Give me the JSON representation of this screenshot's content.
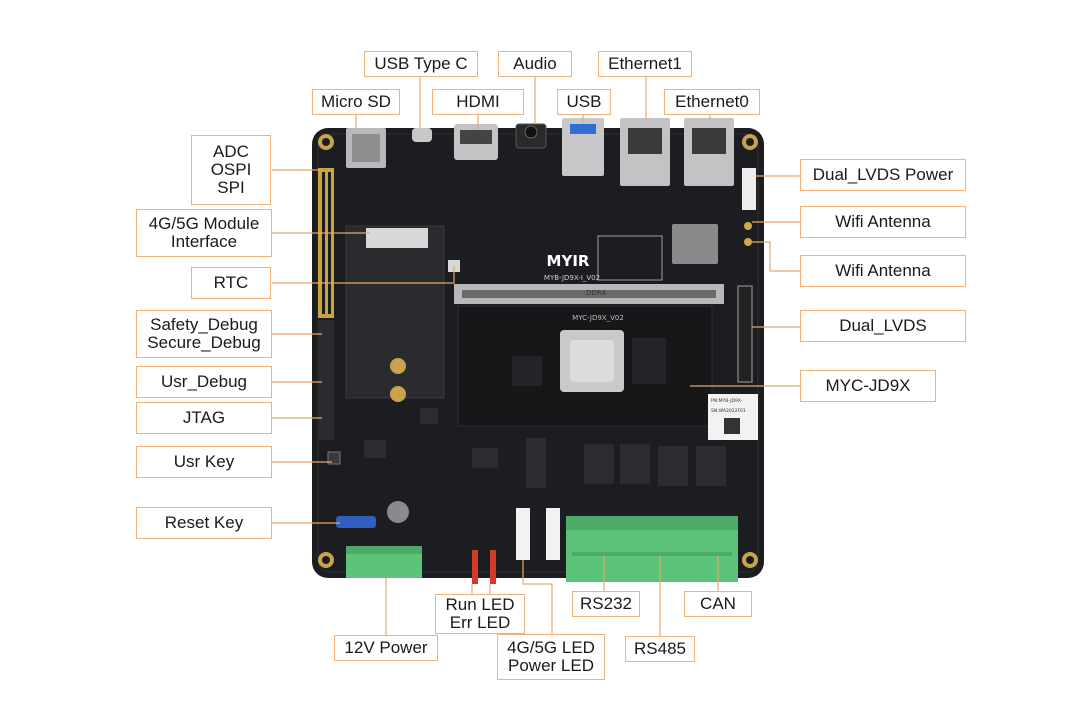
{
  "board": {
    "brand": "MYIR",
    "carrier_id": "MYB-JD9X-I_V02",
    "som_id": "MYC-JD9X_V02",
    "som_sticker_line1": "PN:MYB-JD9X-",
    "som_sticker_line2": "SN:WA2022F01",
    "connector_marking": "DDR4"
  },
  "labels": {
    "micro_sd": "Micro SD",
    "usb_type_c": "USB Type C",
    "hdmi": "HDMI",
    "audio": "Audio",
    "usb": "USB",
    "ethernet1": "Ethernet1",
    "ethernet0": "Ethernet0",
    "adc_ospi_spi": [
      "ADC",
      "OSPI",
      "SPI"
    ],
    "module_interface": [
      "4G/5G  Module",
      "Interface"
    ],
    "rtc": "RTC",
    "safety_secure_debug": [
      "Safety_Debug",
      "Secure_Debug"
    ],
    "usr_debug": "Usr_Debug",
    "jtag": "JTAG",
    "usr_key": "Usr Key",
    "reset_key": "Reset Key",
    "power_12v": "12V Power",
    "run_err_led": [
      "Run LED",
      "Err LED"
    ],
    "led_4g5g_power": [
      "4G/5G LED",
      "Power LED"
    ],
    "rs232": "RS232",
    "rs485": "RS485",
    "can": "CAN",
    "dual_lvds_power": "Dual_LVDS Power",
    "wifi_antenna_1": "Wifi Antenna",
    "wifi_antenna_2": "Wifi Antenna",
    "dual_lvds": "Dual_LVDS",
    "myc_jd9x": "MYC-JD9X"
  },
  "colors": {
    "callout_border": "#f0b27a",
    "leader_line": "#e8a66a",
    "pcb": "#1c1d20",
    "terminal_green": "#5cc37a"
  }
}
